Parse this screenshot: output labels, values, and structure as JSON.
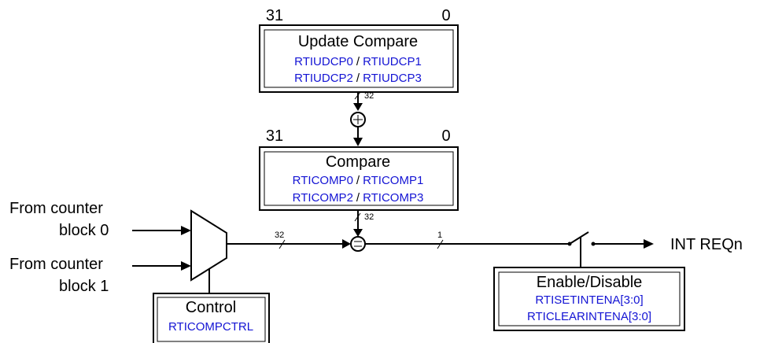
{
  "update_block": {
    "bit_high": "31",
    "bit_low": "0",
    "title": "Update Compare",
    "reg_a": "RTIUDCP0",
    "reg_b": "RTIUDCP1",
    "reg_c": "RTIUDCP2",
    "reg_d": "RTIUDCP3",
    "bus_width": "32"
  },
  "compare_block": {
    "bit_high": "31",
    "bit_low": "0",
    "title": "Compare",
    "reg_a": "RTICOMP0",
    "reg_b": "RTICOMP1",
    "reg_c": "RTICOMP2",
    "reg_d": "RTICOMP3",
    "bus_width": "32"
  },
  "separator": "/",
  "inputs": {
    "counter0_line1": "From counter",
    "counter0_line2": "block 0",
    "counter1_line1": "From counter",
    "counter1_line2": "block 1"
  },
  "mux_bus_width": "32",
  "compare_out_width": "1",
  "control_block": {
    "title": "Control",
    "reg": "RTICOMPCTRL"
  },
  "enable_block": {
    "title": "Enable/Disable",
    "reg_a": "RTISETINTENA[3:0]",
    "reg_b": "RTICLEARINTENA[3:0]"
  },
  "output_label": "INT REQn",
  "colors": {
    "register_text": "#1414d4",
    "line": "#000000"
  }
}
